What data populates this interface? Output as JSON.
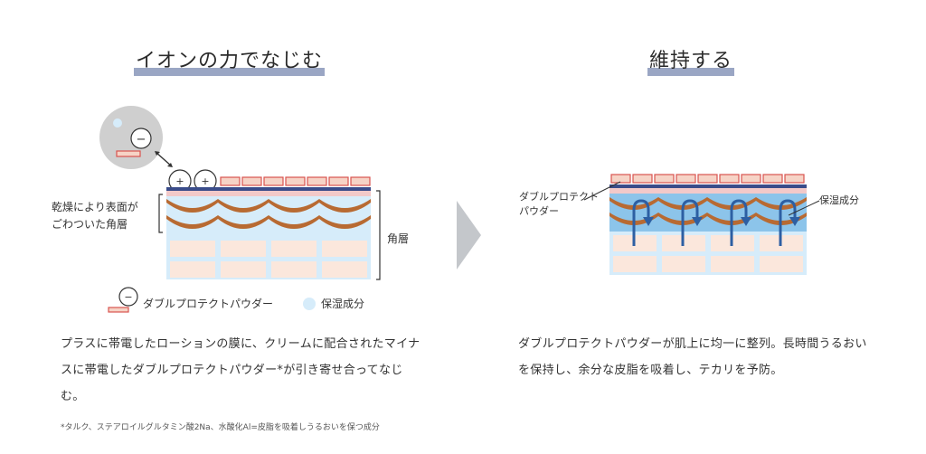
{
  "left_panel": {
    "title": "イオンの力でなじむ",
    "label_dry_line1": "乾燥により表面が",
    "label_dry_line2": "ごわついた角層",
    "label_stratum": "角層",
    "legend_powder": "ダブルプロテクトパウダー",
    "legend_moisture": "保湿成分",
    "description": "プラスに帯電したローションの膜に、クリームに配合されたマイナスに帯電したダブルプロテクトパウダー*が引き寄せ合ってなじむ。",
    "footnote": "*タルク、ステアロイルグルタミン酸2Na、水酸化Al=皮脂を吸着しうるおいを保つ成分",
    "plus_sign": "+",
    "minus_sign": "−"
  },
  "right_panel": {
    "title": "維持する",
    "label_powder_line1": "ダブルプロテクト",
    "label_powder_line2": "パウダー",
    "label_moisture": "保湿成分",
    "description": "ダブルプロテクトパウダーが肌上に均一に整列。長時間うるおいを保持し、余分な皮脂を吸着し、テカリを予防。"
  },
  "colors": {
    "title_highlight": "#9aa6c4",
    "powder_fill": "#f6d3c6",
    "powder_stroke": "#d9534f",
    "navy_band": "#3a4c8a",
    "pink_band": "#f2c9c9",
    "brown_arc": "#b86a32",
    "cell_fill": "#fbe7dc",
    "cell_bg": "#d6ecfa",
    "moisture_blue": "#8cc4ea",
    "arrow_blue": "#2d5fa3",
    "arrow_gray": "#c4c7cb"
  }
}
